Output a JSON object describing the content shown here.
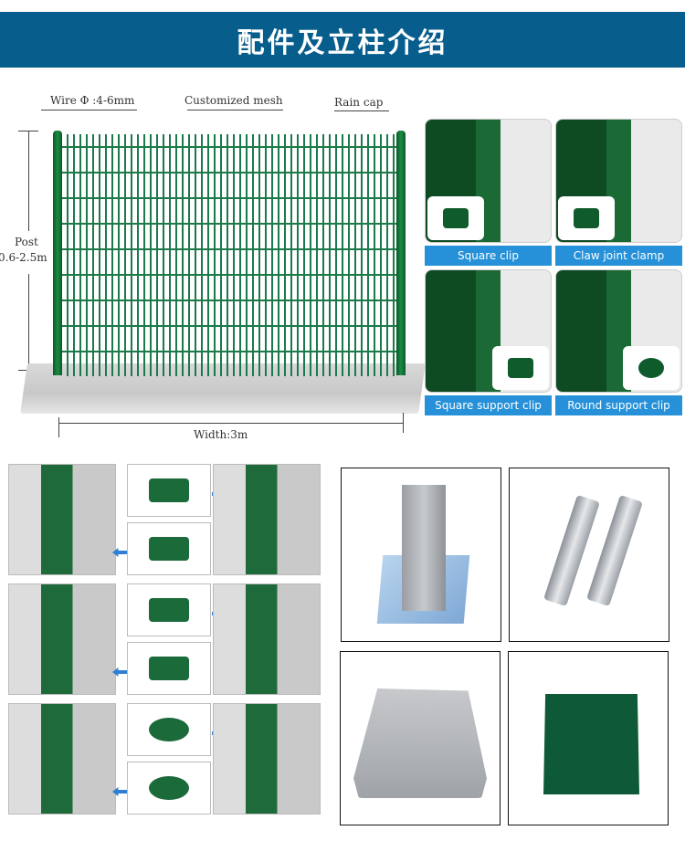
{
  "header": {
    "title": "配件及立柱介绍",
    "background": "#075d8c"
  },
  "diagram": {
    "labels": {
      "wire": "Wire Φ :4-6mm",
      "mesh": "Customized mesh",
      "rain_cap": "Rain cap",
      "post": "Post",
      "post_height": "0.6-2.5m",
      "width": "Width:3m"
    },
    "fence_color": "#1c7a4a"
  },
  "clips": {
    "label_color": "#2691d9",
    "items": [
      {
        "label": "Square clip"
      },
      {
        "label": "Claw joint clamp"
      },
      {
        "label": "Square support clip"
      },
      {
        "label": "Round support clip"
      }
    ]
  },
  "installation": {
    "rows": [
      {
        "part_top": "square-clamp-with-bolts",
        "part_bottom": "claw-plate-with-bolt"
      },
      {
        "part_top": "plastic-cover-with-bolt",
        "part_bottom": "square-claw-clip"
      },
      {
        "part_top": "round-clamp-with-bolts",
        "part_bottom": "round-claw-clip"
      }
    ],
    "arrow_color": "#2f7fd6"
  },
  "products": [
    {
      "name": "post-with-base-plate"
    },
    {
      "name": "expansion-bolts"
    },
    {
      "name": "galvanized-post-cap"
    },
    {
      "name": "green-post-cap"
    }
  ]
}
